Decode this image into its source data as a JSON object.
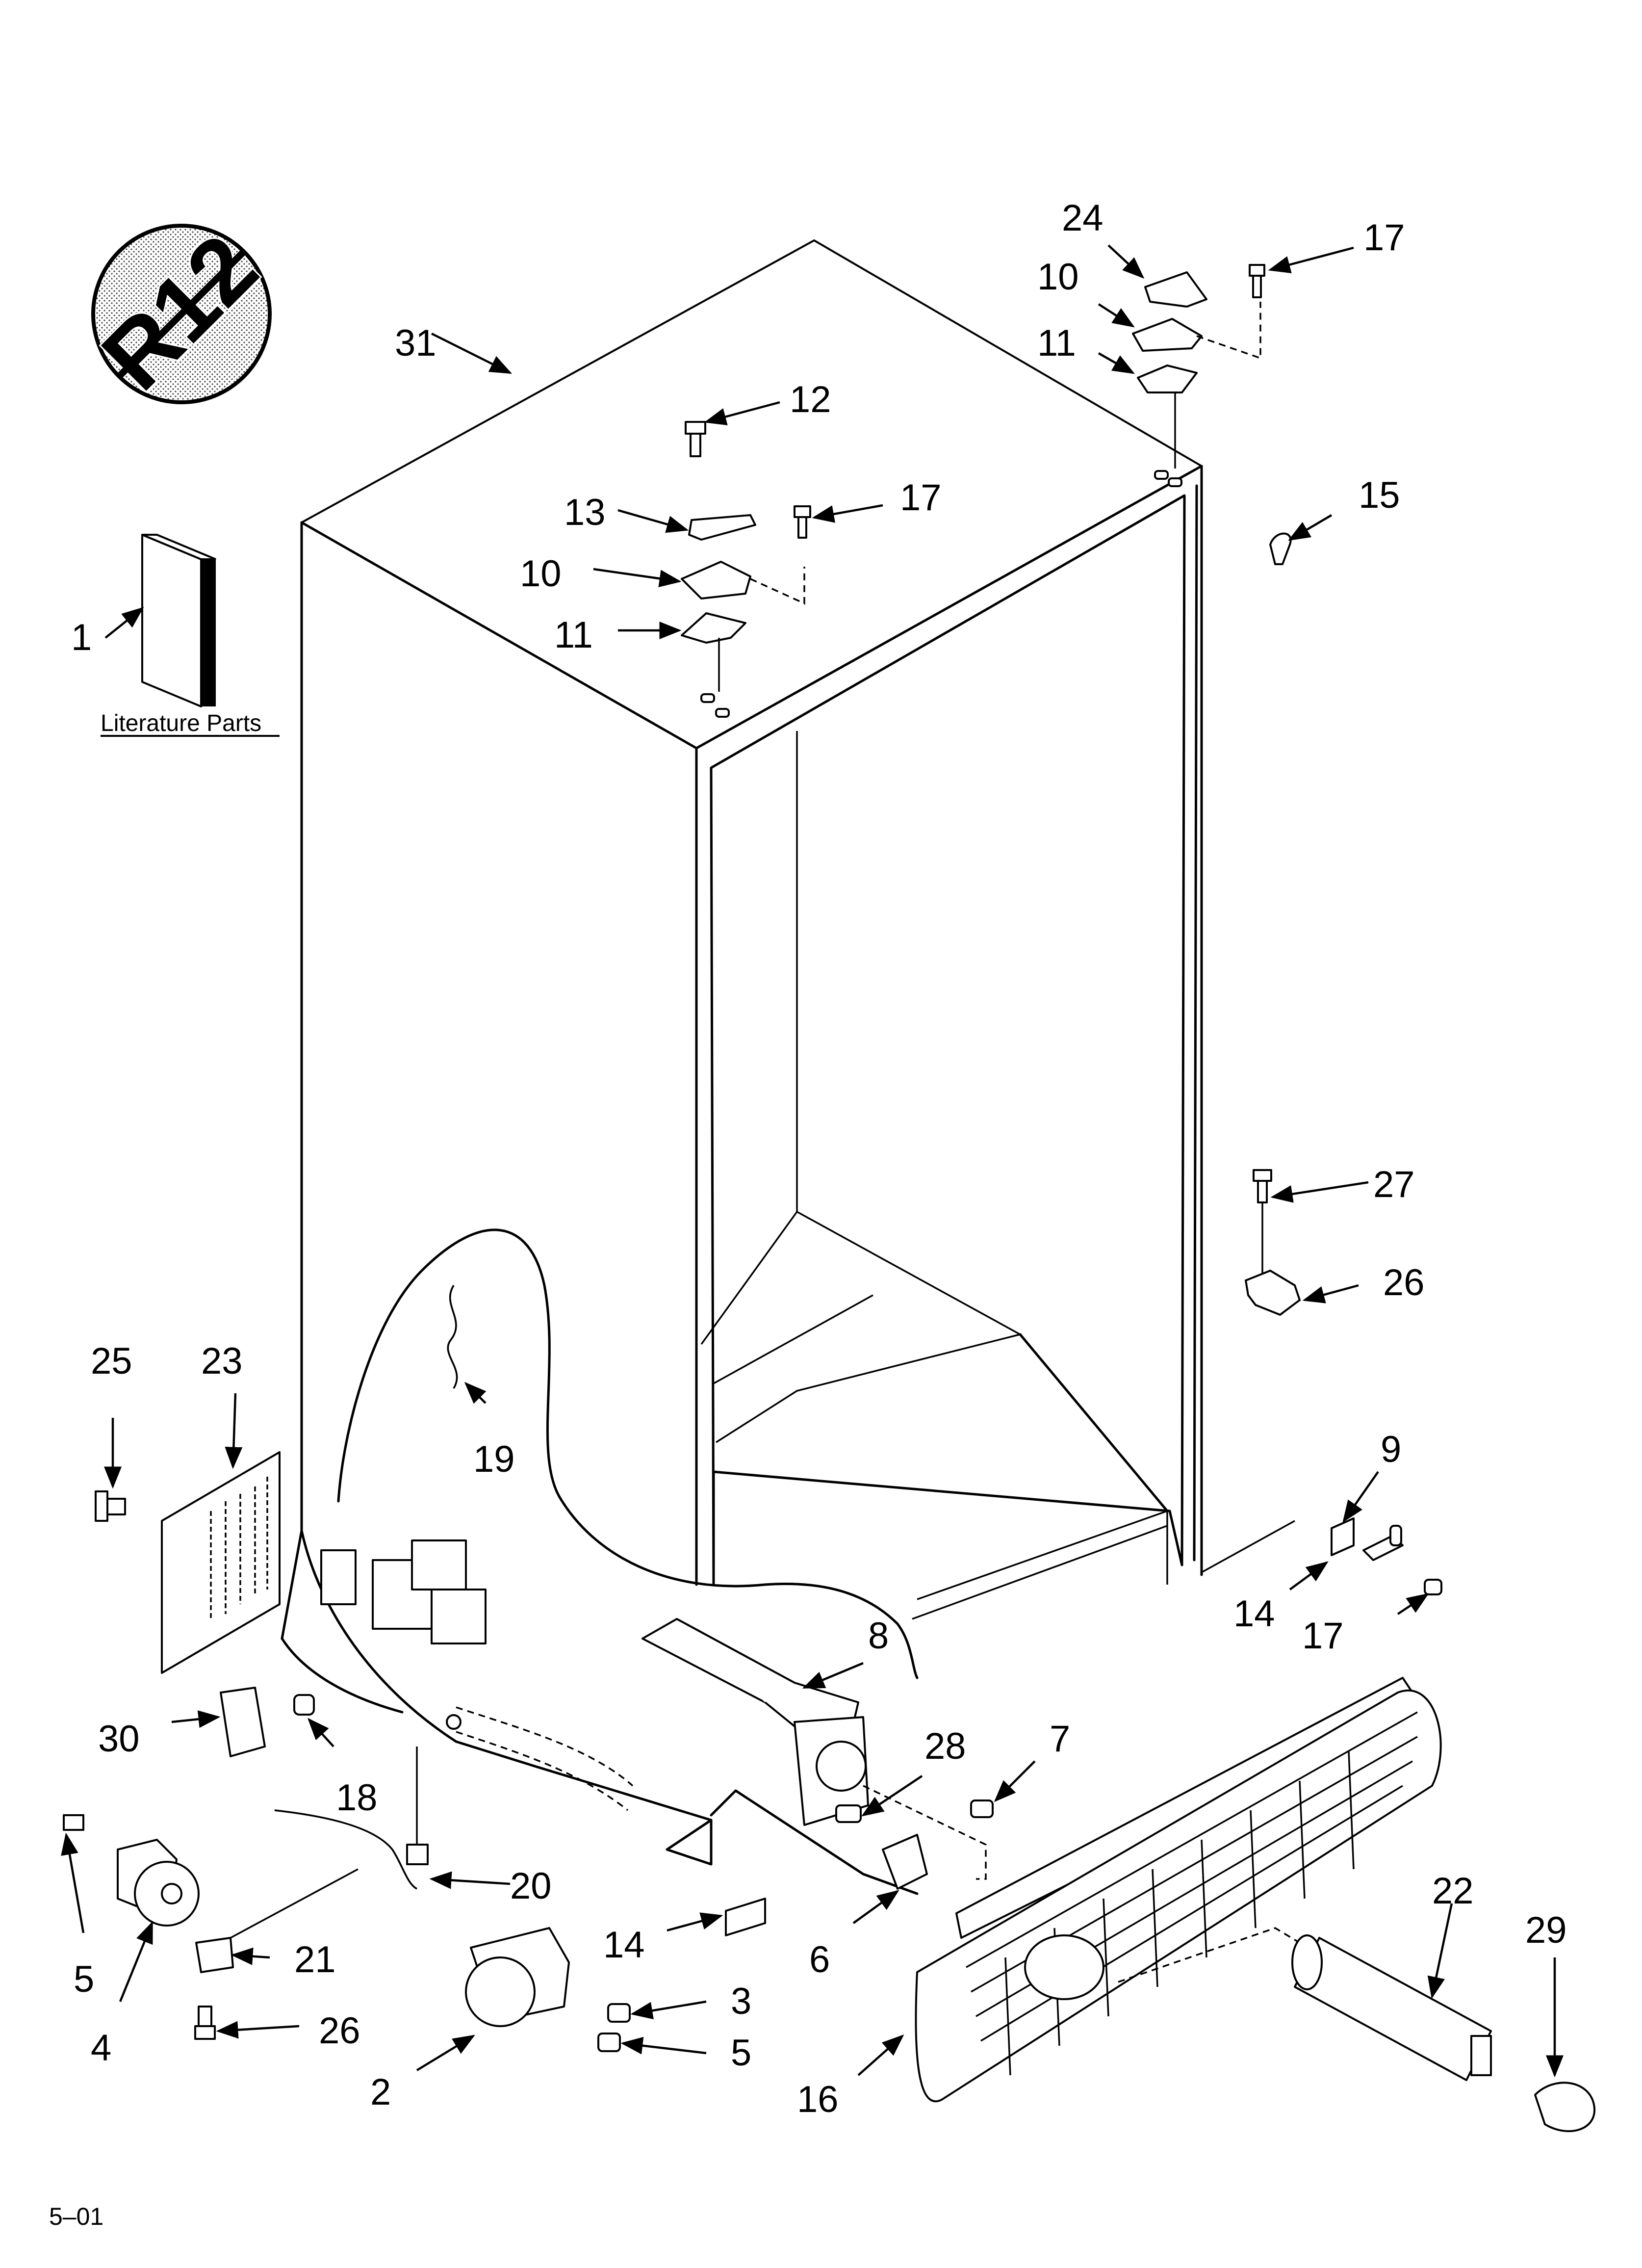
{
  "logo": {
    "text": "R12",
    "meaning": "no R-12 refrigerant symbol"
  },
  "literature_label": "Literature Parts",
  "footer_code": "5–01",
  "callouts": [
    {
      "id": "c1",
      "label": "1"
    },
    {
      "id": "c2",
      "label": "2"
    },
    {
      "id": "c3",
      "label": "3"
    },
    {
      "id": "c4",
      "label": "4"
    },
    {
      "id": "c5a",
      "label": "5"
    },
    {
      "id": "c5b",
      "label": "5"
    },
    {
      "id": "c6",
      "label": "6"
    },
    {
      "id": "c7",
      "label": "7"
    },
    {
      "id": "c8",
      "label": "8"
    },
    {
      "id": "c9",
      "label": "9"
    },
    {
      "id": "c10a",
      "label": "10"
    },
    {
      "id": "c10b",
      "label": "10"
    },
    {
      "id": "c11a",
      "label": "11"
    },
    {
      "id": "c11b",
      "label": "11"
    },
    {
      "id": "c12",
      "label": "12"
    },
    {
      "id": "c13",
      "label": "13"
    },
    {
      "id": "c14a",
      "label": "14"
    },
    {
      "id": "c14b",
      "label": "14"
    },
    {
      "id": "c15",
      "label": "15"
    },
    {
      "id": "c16",
      "label": "16"
    },
    {
      "id": "c17a",
      "label": "17"
    },
    {
      "id": "c17b",
      "label": "17"
    },
    {
      "id": "c17c",
      "label": "17"
    },
    {
      "id": "c18",
      "label": "18"
    },
    {
      "id": "c19",
      "label": "19"
    },
    {
      "id": "c20",
      "label": "20"
    },
    {
      "id": "c21",
      "label": "21"
    },
    {
      "id": "c22",
      "label": "22"
    },
    {
      "id": "c23",
      "label": "23"
    },
    {
      "id": "c24",
      "label": "24"
    },
    {
      "id": "c25",
      "label": "25"
    },
    {
      "id": "c26a",
      "label": "26"
    },
    {
      "id": "c26b",
      "label": "26"
    },
    {
      "id": "c27",
      "label": "27"
    },
    {
      "id": "c28",
      "label": "28"
    },
    {
      "id": "c29",
      "label": "29"
    },
    {
      "id": "c30",
      "label": "30"
    },
    {
      "id": "c31",
      "label": "31"
    }
  ]
}
